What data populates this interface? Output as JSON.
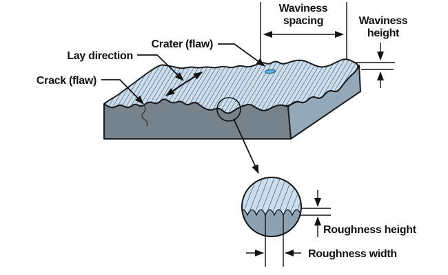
{
  "diagram": {
    "kind": "surface-texture-schematic",
    "flaw_labels": {
      "crater": "Crater (flaw)",
      "lay": "Lay direction",
      "crack": "Crack (flaw)"
    },
    "dimensions": {
      "waviness_spacing": [
        "Waviness",
        "spacing"
      ],
      "waviness_height": [
        "Waviness",
        "height"
      ],
      "roughness_height": "Roughness height",
      "roughness_width": "Roughness width"
    }
  },
  "colors": {
    "surface_top": "#cadeef",
    "hatch": "#16202a",
    "front_face": "#76838d",
    "side_face": "#93a8b8",
    "detail_lower": "#8ca1b1",
    "crater_fill": "#4fb3e3",
    "ink": "#111111"
  }
}
